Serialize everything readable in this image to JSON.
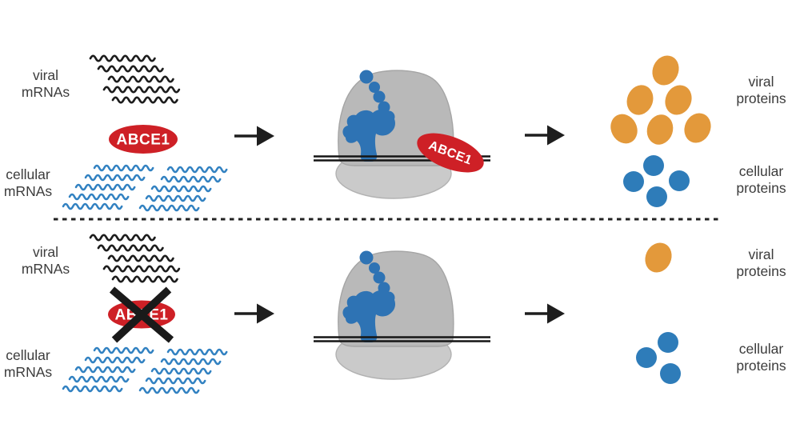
{
  "labels": {
    "viral_mrnas": "viral\nmRNAs",
    "cellular_mrnas": "cellular\nmRNAs",
    "viral_proteins": "viral\nproteins",
    "cellular_proteins": "cellular\nproteins",
    "abce1": "ABCE1"
  },
  "colors": {
    "abce1_red": "#ce2026",
    "viral_mrna_black": "#1c1c1c",
    "cellular_mrna_blue": "#3181c1",
    "viral_protein_orange": "#e3993b",
    "cellular_protein_blue": "#2e7cb9",
    "nascent_chain_blue": "#2e73b4",
    "ribosome_large_gray": "#b9b9b9",
    "ribosome_small_gray": "#cacaca",
    "label_text": "#3c3c3c"
  },
  "panels": [
    {
      "id": "abce1-present",
      "abce1_crossed_out": false,
      "ribosome_bound_abce1": true,
      "viral_mrna_strands": 5,
      "cellular_mrna_strands": [
        5,
        5
      ],
      "viral_protein_count": 6,
      "cellular_protein_count": 4
    },
    {
      "id": "abce1-depleted",
      "abce1_crossed_out": true,
      "ribosome_bound_abce1": false,
      "viral_mrna_strands": 5,
      "cellular_mrna_strands": [
        5,
        5
      ],
      "viral_protein_count": 1,
      "cellular_protein_count": 3
    }
  ]
}
